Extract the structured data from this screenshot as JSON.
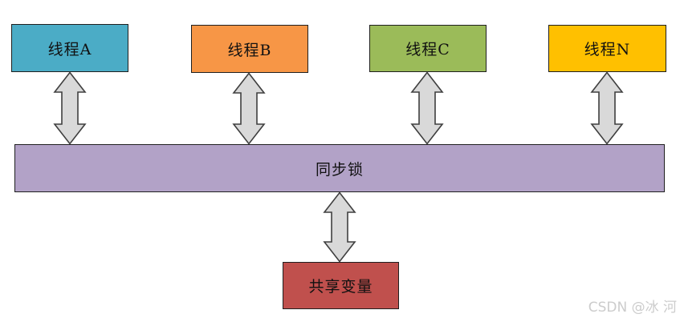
{
  "diagram": {
    "title": "thread-synchronization-diagram",
    "threads": [
      {
        "label": "线程A",
        "color": "#4bacc6"
      },
      {
        "label": "线程B",
        "color": "#f79646"
      },
      {
        "label": "线程C",
        "color": "#9bbb59"
      },
      {
        "label": "线程N",
        "color": "#ffc000"
      }
    ],
    "sync_lock": {
      "label": "同步锁",
      "color": "#b2a2c7"
    },
    "shared_variable": {
      "label": "共享变量",
      "color": "#c0504d"
    },
    "arrow": {
      "fill": "#d9d9d9",
      "stroke": "#3f3f3f"
    },
    "border_color": "#1f1f1f"
  },
  "watermark": {
    "text": "CSDN @冰 河",
    "color": "#cccccc"
  }
}
